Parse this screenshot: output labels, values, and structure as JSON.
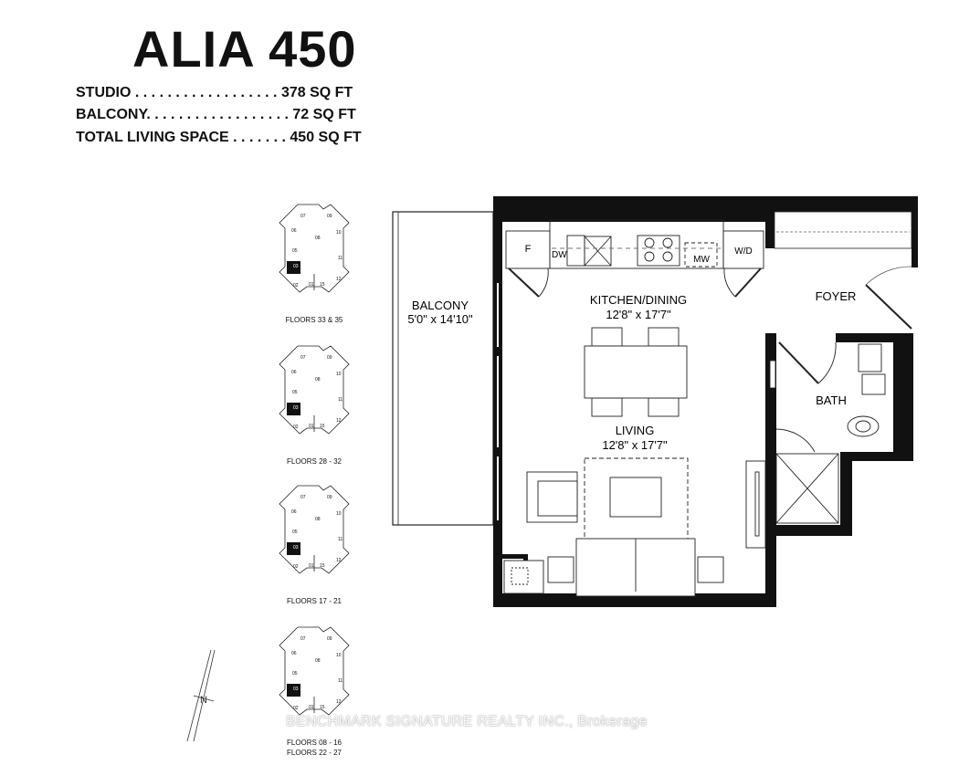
{
  "header": {
    "title": "ALIA 450",
    "specs": [
      {
        "label": "STUDIO",
        "dots": " . . . . . . . . . . . . . . . . . .",
        "value": "378 SQ FT"
      },
      {
        "label": "BALCONY",
        "dots": ". . . . . . . . . . . . . . . . . .",
        "value": "72 SQ FT"
      },
      {
        "label": "TOTAL LIVING SPACE",
        "dots": " . . . . . . .",
        "value": "450 SQ FT"
      }
    ]
  },
  "key_plates": {
    "units": [
      "07",
      "09",
      "06",
      "08",
      "10",
      "05",
      "11",
      "03",
      "02",
      "01",
      "15",
      "12"
    ],
    "highlighted_unit": "03",
    "captions": [
      [
        "FLOORS  33 & 35"
      ],
      [
        "FLOORS  28 - 32"
      ],
      [
        "FLOORS  17 - 21"
      ],
      [
        "FLOORS  08 - 16",
        "FLOORS  22 - 27"
      ]
    ]
  },
  "compass": {
    "label": "N"
  },
  "rooms": {
    "balcony": {
      "name": "BALCONY",
      "size": "5'0\" x 14'10\""
    },
    "kitchen": {
      "name": "KITCHEN/DINING",
      "size": "12'8\" x 17'7\""
    },
    "living": {
      "name": "LIVING",
      "size": "12'8\" x 17'7\""
    },
    "foyer": {
      "name": "FOYER"
    },
    "bath": {
      "name": "BATH"
    }
  },
  "appliances": {
    "fridge": "F",
    "dishwasher": "DW",
    "microwave": "MW",
    "washer_dryer": "W/D"
  },
  "watermark": "BENCHMARK SIGNATURE REALTY INC., Brokerage"
}
